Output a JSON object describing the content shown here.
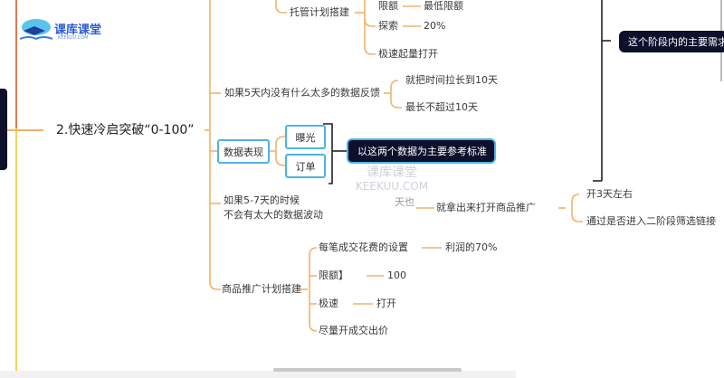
{
  "logo": {
    "name": "课库课堂",
    "domain": "KEEKUU.COM"
  },
  "watermark": {
    "line1": "课库课堂",
    "line2": "KEEKUU.COM"
  },
  "root": {
    "label": "2.快速冷启突破“0-100”"
  },
  "top_partial": {
    "a": "限额",
    "b": "最低限额"
  },
  "hosting_plan": {
    "label": "托管计划搭建",
    "explore": "探索",
    "explore_value": "20%",
    "fast": "极速起量打开"
  },
  "stage_need": "这个阶段内的主要需求",
  "five_days": {
    "label": "如果5天内没有什么太多的数据反馈",
    "children": [
      "就把时间拉长到10天",
      "最长不超过10天"
    ]
  },
  "data_perf": {
    "label": "数据表现",
    "children": [
      "曝光",
      "订单"
    ],
    "note": "以这两个数据为主要参考标准"
  },
  "five_seven": {
    "line1": "如果5-7天的时候",
    "line2": "不会有太大的数据波动",
    "tail": "天也",
    "action": "就拿出来打开商品推广",
    "children": [
      "开3天左右",
      "通过是否进入二阶段筛选链接"
    ]
  },
  "product_plan": {
    "label": "商品推广计划搭建",
    "items": [
      {
        "label": "每笔成交花费的设置",
        "value": "利润的70%"
      },
      {
        "label": "限额】",
        "value": "100"
      },
      {
        "label": "极速",
        "value": "打开"
      },
      {
        "label": "尽量开成交出价",
        "value": ""
      }
    ]
  },
  "colors": {
    "branch": "#f0b36a",
    "root_line_top": "#e07a50",
    "root_line_bottom": "#f3d35a",
    "node_border": "#4fb3e6",
    "dark_box": "#0d0f2b"
  }
}
